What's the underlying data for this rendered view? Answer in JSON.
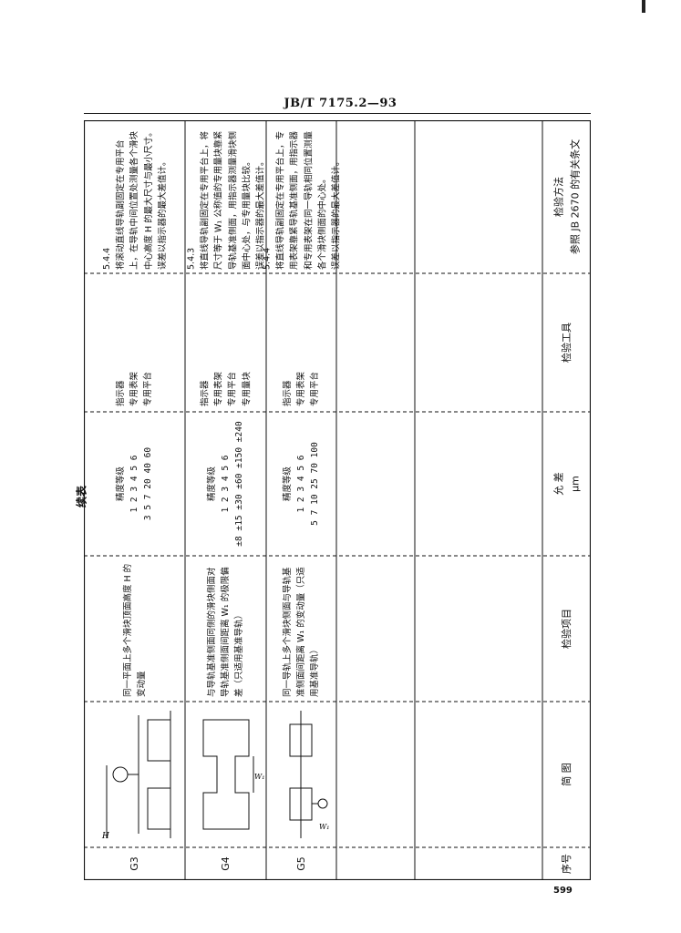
{
  "header": "JB/T 7175.2—93",
  "continued_label": "续表",
  "page_number": "599",
  "columns": {
    "seq": "序号",
    "diagram": "简    图",
    "item": "检验项目",
    "tolerance_top": "允    差",
    "tolerance_unit": "μm",
    "tool": "检验工具",
    "method_top": "检验方法",
    "method_ref": "参照 JB 2670 的有关条文"
  },
  "rows": [
    {
      "seq": "G3",
      "item": "同一平面上多个滑块顶面高度 H 的变动量",
      "grade_label": "精度等级",
      "grades": [
        "1",
        "2",
        "3",
        "4",
        "5",
        "6"
      ],
      "values": [
        "3",
        "5",
        "7",
        "20",
        "40",
        "60"
      ],
      "tools": [
        "指示器",
        "专用表架",
        "专用平台"
      ],
      "method": [
        "5.4.4",
        "将滚动直线导轨副固定在专用平台上，在导轨中间位置处测量各个滑块中心高度 H 的最大尺寸与最小尺寸。",
        "误差以指示器的最大差值计。"
      ],
      "diagram_label": "H"
    },
    {
      "seq": "G4",
      "item": "与导轨基准侧面同侧的滑块侧面对导轨基准侧面间距离 W₁ 的极限偏差（只适用基准导轨）",
      "grade_label": "精度等级",
      "grades": [
        "1",
        "2",
        "3",
        "4",
        "5",
        "6"
      ],
      "values": [
        "±8",
        "±15",
        "±30",
        "±60",
        "±150",
        "±240"
      ],
      "tools": [
        "指示器",
        "专用表架",
        "专用平台",
        "专用量块"
      ],
      "method": [
        "5.4.3",
        "将直线导轨副固定在专用平台上，将尺寸等于 W₁ 公称值的专用量块靠紧导轨基准侧面，用指示器测量滑块侧面中心处，与专用量块比较。",
        "误差以指示器的最大差值计。"
      ],
      "diagram_label": "W₁"
    },
    {
      "seq": "G5",
      "item": "同一导轨上多个滑块侧面与导轨基准侧面间距离 W₁ 的变动量（只适用基准导轨）",
      "grade_label": "精度等级",
      "grades": [
        "1",
        "2",
        "3",
        "4",
        "5",
        "6"
      ],
      "values": [
        "5",
        "7",
        "10",
        "25",
        "70",
        "100"
      ],
      "tools": [
        "指示器",
        "专用表架",
        "专用平台"
      ],
      "method": [
        "5.4.4",
        "将直线导轨副固定在专用平台上，专用表架靠紧导轨基准侧面，用指示器和专用表架在同一导轨相同位置测量各个滑块侧面的中心处。",
        "误差以指示器的最大差值计。"
      ],
      "diagram_label": "W₁"
    }
  ]
}
